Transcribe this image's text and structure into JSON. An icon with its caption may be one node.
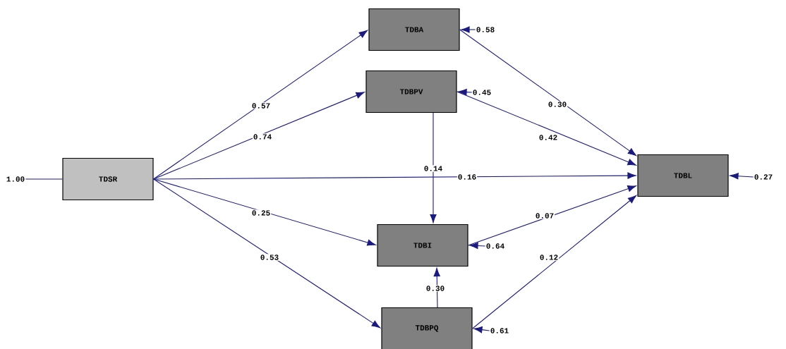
{
  "diagram": {
    "nodes": [
      {
        "text": [
          "TDBA"
        ]
      },
      {
        "text": [
          "TDBPV"
        ]
      },
      {
        "text": [
          "TDSR"
        ]
      },
      {
        "text": [
          "TDBL"
        ]
      },
      {
        "text": [
          "TDBI"
        ]
      },
      {
        "text": [
          "TDBPQ"
        ]
      },
      {
        "text": [
          "1.00"
        ]
      },
      {
        "text": [
          "0.58"
        ]
      },
      {
        "text": [
          "0.45"
        ]
      },
      {
        "text": [
          "0.27"
        ]
      },
      {
        "text": [
          "0.64"
        ]
      },
      {
        "text": [
          "0.61"
        ]
      }
    ],
    "edges": [
      {
        "from": 2,
        "to": 0,
        "arrow": "to",
        "label": "0.57"
      },
      {
        "from": 2,
        "to": 1,
        "arrow": "to",
        "label": "0.74"
      },
      {
        "from": 2,
        "to": 3,
        "arrow": "to",
        "label": "0.16"
      },
      {
        "from": 2,
        "to": 4,
        "arrow": "to",
        "label": "0.25"
      },
      {
        "from": 2,
        "to": 5,
        "arrow": "to",
        "label": "0.53"
      },
      {
        "from": 0,
        "to": 3,
        "arrow": "to",
        "label": "0.30"
      },
      {
        "from": 1,
        "to": 3,
        "arrow": "to",
        "label": "0.42"
      },
      {
        "from": 1,
        "to": 4,
        "arrow": "to",
        "label": "0.14"
      },
      {
        "from": 4,
        "to": 3,
        "arrow": "to",
        "label": "0.07"
      },
      {
        "from": 5,
        "to": 3,
        "arrow": "to",
        "label": "0.12"
      },
      {
        "from": 5,
        "to": 4,
        "arrow": "to",
        "label": "0.30"
      },
      {
        "from": 6,
        "to": 2,
        "arrow": "none"
      },
      {
        "from": 7,
        "to": 0,
        "arrow": "to"
      },
      {
        "from": 8,
        "to": 1,
        "arrow": "to"
      },
      {
        "from": 9,
        "to": 3,
        "arrow": "to"
      },
      {
        "from": 10,
        "to": 4,
        "arrow": "to"
      },
      {
        "from": 11,
        "to": 5,
        "arrow": "to"
      }
    ]
  }
}
